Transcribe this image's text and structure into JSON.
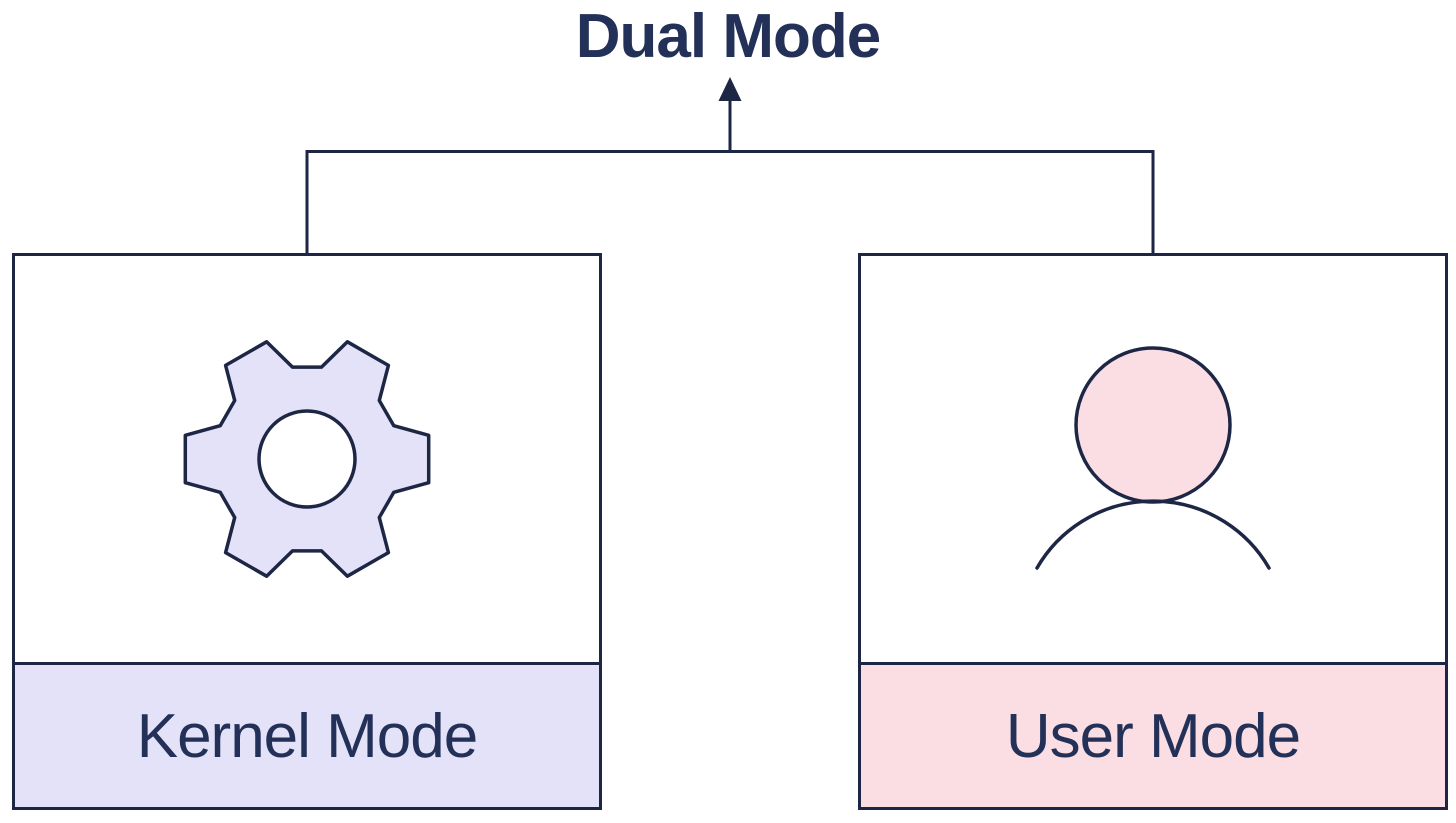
{
  "diagram": {
    "title": "Dual Mode",
    "nodes": [
      {
        "id": "kernel-mode",
        "label": "Kernel Mode",
        "icon": "gear-icon",
        "accent": "#e4e2f8"
      },
      {
        "id": "user-mode",
        "label": "User Mode",
        "icon": "user-icon",
        "accent": "#fbdee3"
      }
    ],
    "colors": {
      "line": "#1d2745",
      "text": "#233158",
      "kernel_accent": "#e4e2f8",
      "user_accent": "#fbdee3",
      "background": "#ffffff"
    }
  }
}
